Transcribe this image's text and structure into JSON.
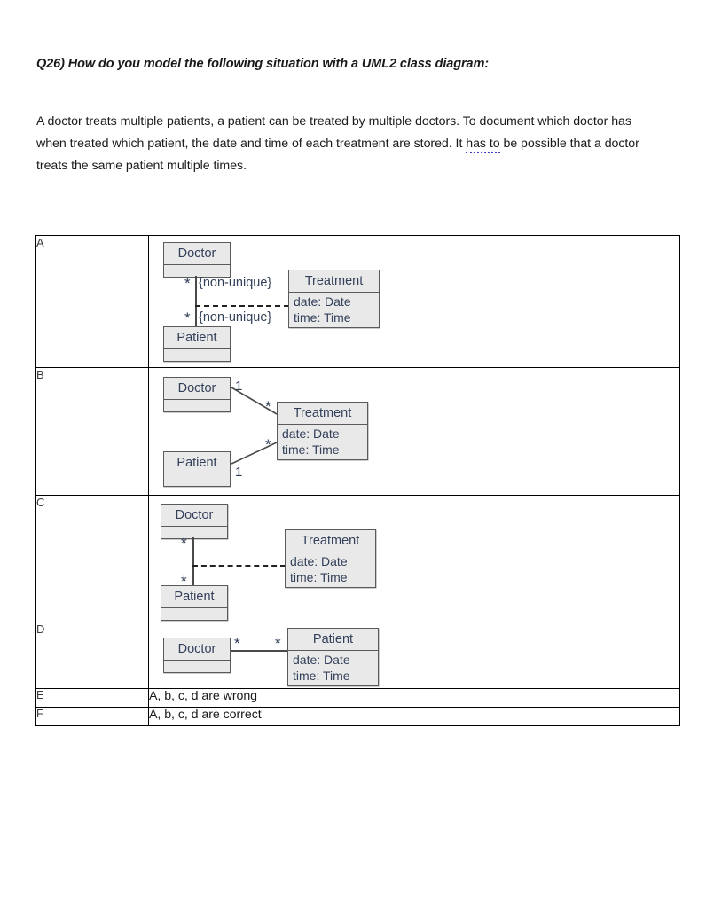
{
  "question": {
    "title": "Q26) How do you model the following situation with a UML2 class diagram:",
    "body_part1": "A doctor treats multiple patients, a patient can be treated by multiple doctors. To document which doctor has when treated which patient, the date and time of each treatment are stored. It ",
    "body_spellcheck": "has to",
    "body_part2": " be possible that a doctor treats the same patient multiple times."
  },
  "options": {
    "a": {
      "label": "A",
      "classes": {
        "doctor": {
          "name": "Doctor",
          "attrs": []
        },
        "patient": {
          "name": "Patient",
          "attrs": []
        },
        "treatment": {
          "name": "Treatment",
          "attrs": [
            "date: Date",
            "time: Time"
          ]
        }
      },
      "multiplicity_doctor": "*",
      "multiplicity_patient": "*",
      "constraint_doctor": "{non-unique}",
      "constraint_patient": "{non-unique}"
    },
    "b": {
      "label": "B",
      "classes": {
        "doctor": {
          "name": "Doctor",
          "attrs": []
        },
        "patient": {
          "name": "Patient",
          "attrs": []
        },
        "treatment": {
          "name": "Treatment",
          "attrs": [
            "date: Date",
            "time: Time"
          ]
        }
      },
      "multiplicity_doctor_end": "1",
      "multiplicity_treatment_top": "*",
      "multiplicity_patient_end": "1",
      "multiplicity_treatment_bottom": "*"
    },
    "c": {
      "label": "C",
      "classes": {
        "doctor": {
          "name": "Doctor",
          "attrs": []
        },
        "patient": {
          "name": "Patient",
          "attrs": []
        },
        "treatment": {
          "name": "Treatment",
          "attrs": [
            "date: Date",
            "time: Time"
          ]
        }
      },
      "multiplicity_doctor": "*",
      "multiplicity_patient": "*"
    },
    "d": {
      "label": "D",
      "classes": {
        "doctor": {
          "name": "Doctor",
          "attrs": []
        },
        "patient": {
          "name": "Patient",
          "attrs": [
            "date: Date",
            "time: Time"
          ]
        }
      },
      "multiplicity_doctor_end": "*",
      "multiplicity_patient_end": "*"
    },
    "e": {
      "label": "E",
      "text": "A, b, c, d are wrong"
    },
    "f": {
      "label": "F",
      "text": "A, b, c, d are correct"
    }
  },
  "colors": {
    "class_fill": "#e9e9e9",
    "class_border": "#5a5a5a",
    "class_text": "#33405a",
    "connector": "#4a4a4a",
    "table_border": "#000000",
    "spellcheck_underline": "#4040d0"
  }
}
